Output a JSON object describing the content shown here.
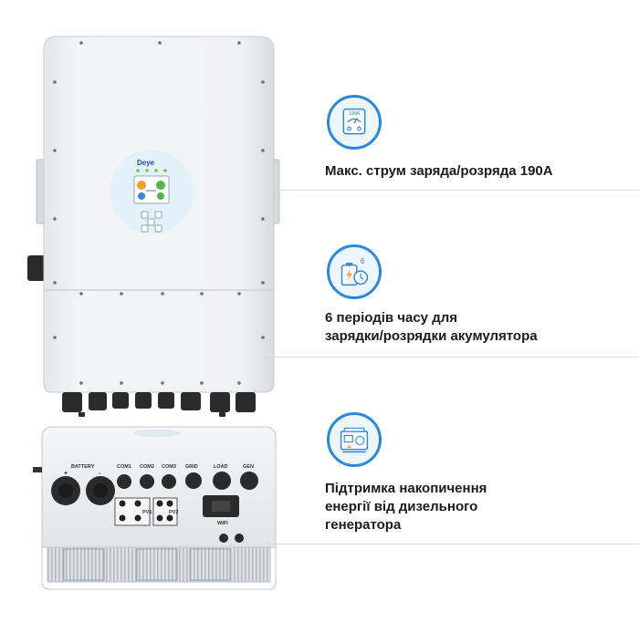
{
  "product": {
    "brand_logo": "Deye",
    "bottom_panel_labels": {
      "battery": "BATTERY",
      "com1": "COM1",
      "com2": "COM2",
      "com3": "COM3",
      "grid": "GRID",
      "load": "LOAD",
      "gen": "GEN",
      "pv1": "PV1",
      "pv2": "PV2",
      "wifi": "WIFI",
      "plus": "+",
      "minus": "-"
    }
  },
  "features": [
    {
      "icon": "current-meter-icon",
      "icon_label": "190A",
      "lines": [
        "Макс. струм заряда/розряда 190А"
      ]
    },
    {
      "icon": "battery-clock-icon",
      "icon_label": "6",
      "lines": [
        "6 періодів часу для",
        "зарядки/розрядки акумулятора"
      ]
    },
    {
      "icon": "generator-icon",
      "lines": [
        "Підтримка накопичення",
        "енергії від дизельного",
        "генератора"
      ]
    }
  ],
  "colors": {
    "accent": "#2d87d8",
    "text": "#1b1b1b",
    "divider": "#d7dbe0",
    "housing": "#f0f1f2"
  }
}
